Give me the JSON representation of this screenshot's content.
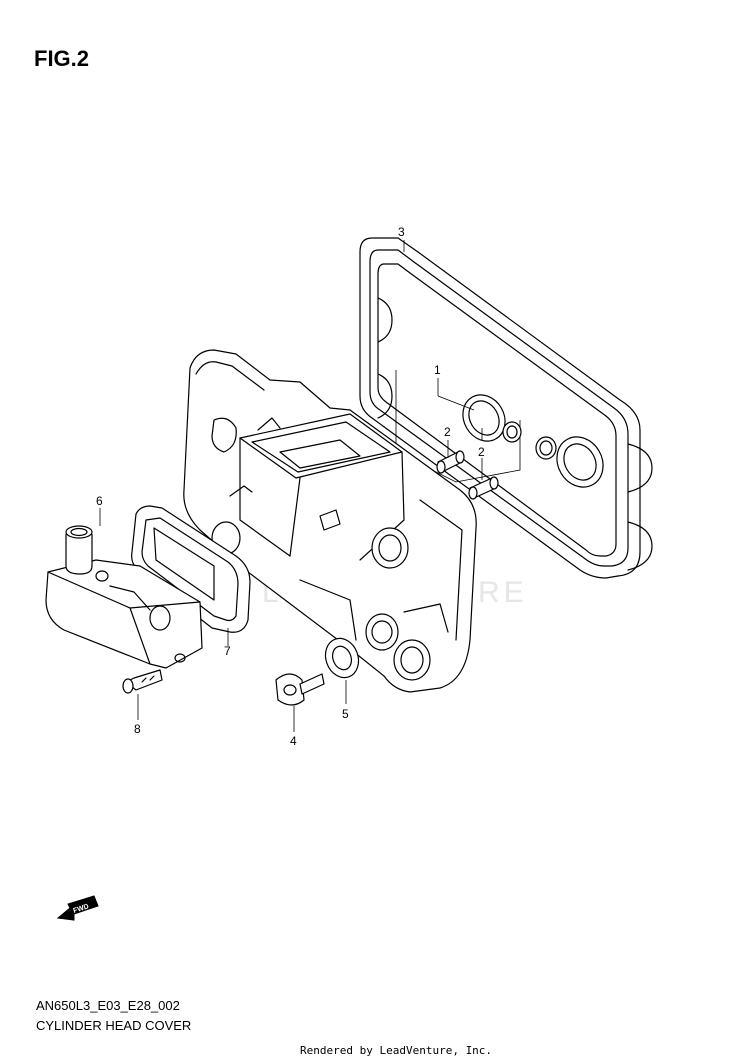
{
  "figure": {
    "title": "FIG.2",
    "diagram_code": "AN650L3_E03_E28_002",
    "diagram_name": "CYLINDER HEAD COVER",
    "credit": "Rendered by LeadVenture, Inc.",
    "watermark": "LEADVENTURE",
    "direction_label": "FWD"
  },
  "callouts": [
    {
      "id": "1",
      "label": "1"
    },
    {
      "id": "2a",
      "label": "2"
    },
    {
      "id": "2b",
      "label": "2"
    },
    {
      "id": "3",
      "label": "3"
    },
    {
      "id": "4",
      "label": "4"
    },
    {
      "id": "5",
      "label": "5"
    },
    {
      "id": "6",
      "label": "6"
    },
    {
      "id": "7",
      "label": "7"
    },
    {
      "id": "8",
      "label": "8"
    }
  ]
}
